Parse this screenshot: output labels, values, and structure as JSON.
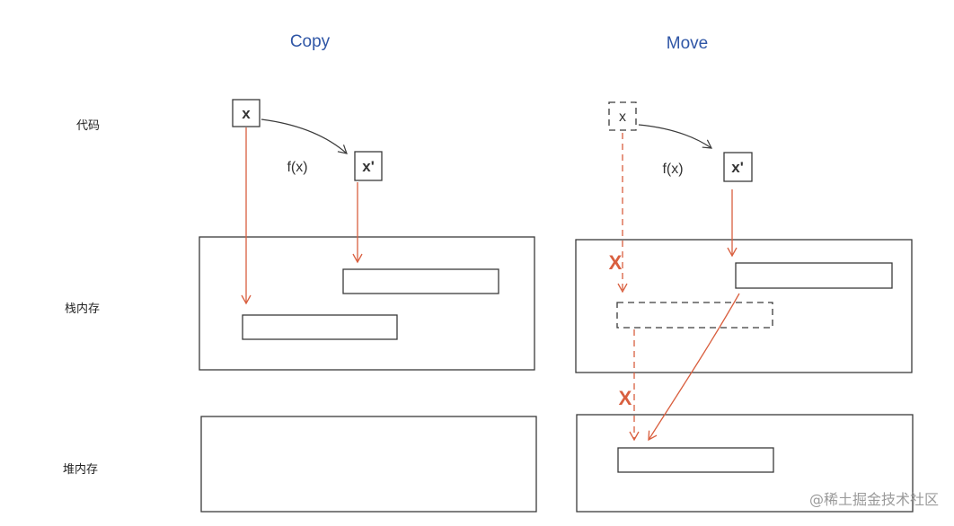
{
  "diagram": {
    "columns": {
      "copy": {
        "title": "Copy"
      },
      "move": {
        "title": "Move"
      }
    },
    "rows": {
      "code": "代码",
      "stack": "栈内存",
      "heap": "堆内存"
    },
    "variables": {
      "source": "x",
      "result": "x'"
    },
    "function_label": "f(x)",
    "invalid_mark": "X",
    "watermark": "@稀土掘金技术社区",
    "colors": {
      "title": "#2f56a6",
      "arrow_red": "#d95f3f",
      "outline": "#3a3a3a"
    }
  }
}
